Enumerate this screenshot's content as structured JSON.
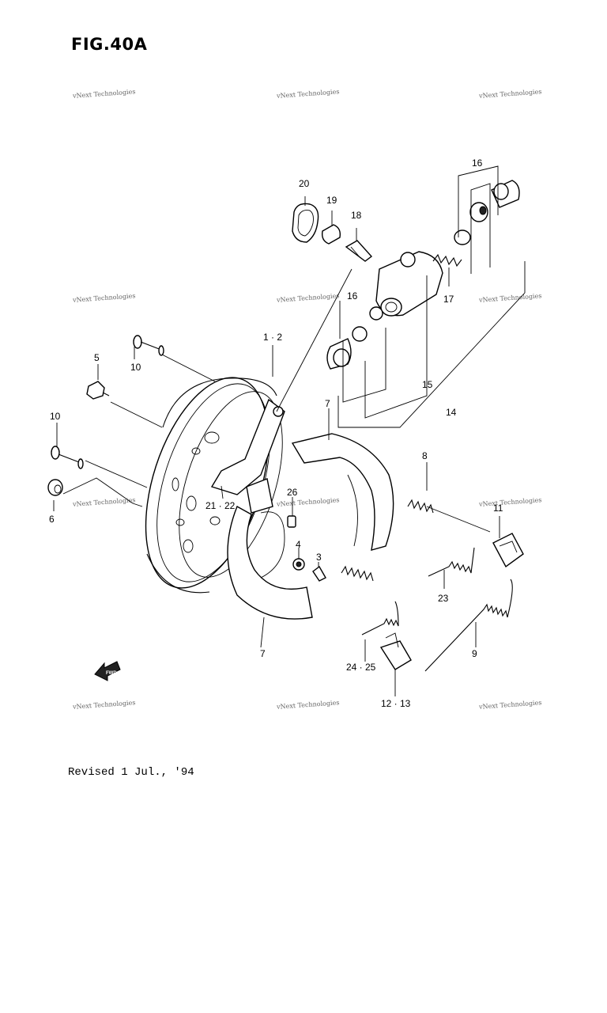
{
  "figure": {
    "title": "FIG.40A"
  },
  "footer": {
    "revised": "Revised 1 Jul., '94"
  },
  "watermark": {
    "text": "vNext Technologies"
  },
  "callouts": [
    {
      "id": "c20",
      "label": "20"
    },
    {
      "id": "c19",
      "label": "19"
    },
    {
      "id": "c18",
      "label": "18"
    },
    {
      "id": "c16a",
      "label": "16"
    },
    {
      "id": "c16b",
      "label": "16"
    },
    {
      "id": "c17",
      "label": "17"
    },
    {
      "id": "c12",
      "label": "1 · 2"
    },
    {
      "id": "c10a",
      "label": "10"
    },
    {
      "id": "c5",
      "label": "5"
    },
    {
      "id": "c15",
      "label": "15"
    },
    {
      "id": "c14",
      "label": "14"
    },
    {
      "id": "c7a",
      "label": "7"
    },
    {
      "id": "c10b",
      "label": "10"
    },
    {
      "id": "c8",
      "label": "8"
    },
    {
      "id": "c2122",
      "label": "21 · 22"
    },
    {
      "id": "c26",
      "label": "26"
    },
    {
      "id": "c6",
      "label": "6"
    },
    {
      "id": "c11",
      "label": "11"
    },
    {
      "id": "c4",
      "label": "4"
    },
    {
      "id": "c3",
      "label": "3"
    },
    {
      "id": "c23",
      "label": "23"
    },
    {
      "id": "c7b",
      "label": "7"
    },
    {
      "id": "c9",
      "label": "9"
    },
    {
      "id": "c2425",
      "label": "24 · 25"
    },
    {
      "id": "c1213",
      "label": "12 · 13"
    }
  ],
  "fwd_arrow": {
    "label": "FWD"
  }
}
